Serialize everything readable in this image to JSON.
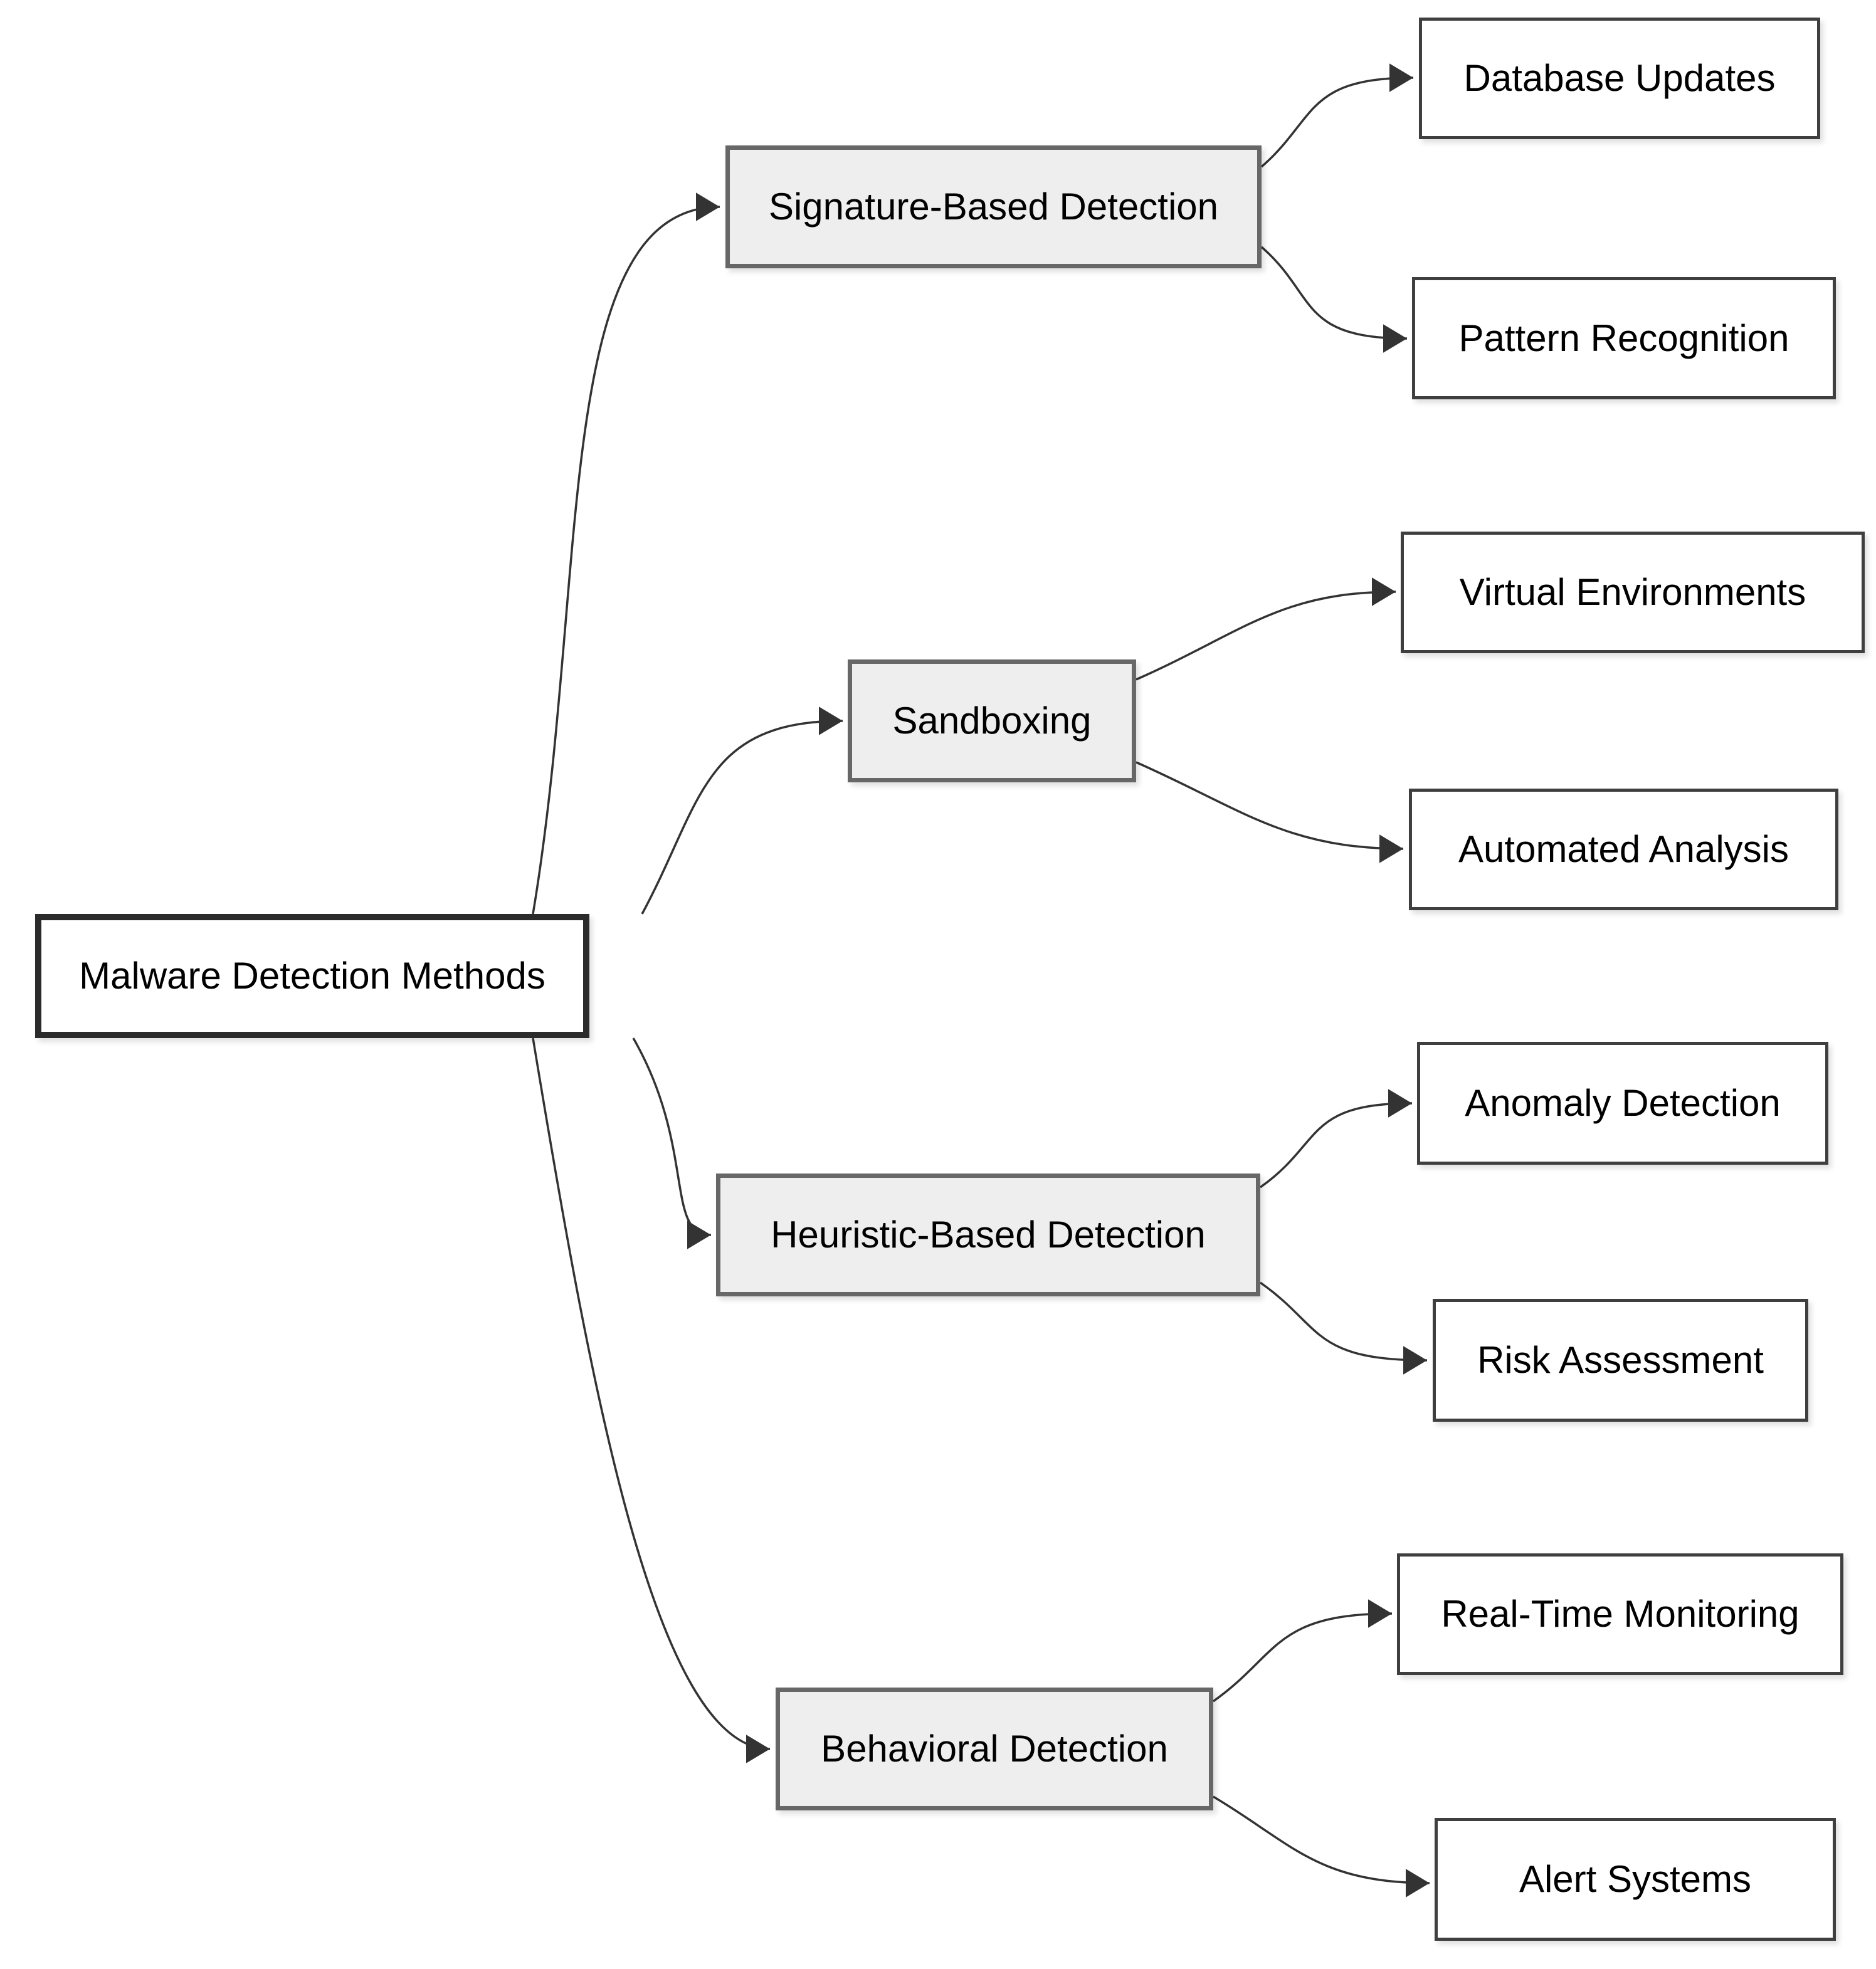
{
  "diagram": {
    "root": {
      "label": "Malware Detection Methods"
    },
    "branches": [
      {
        "label": "Signature-Based Detection",
        "children": [
          {
            "label": "Database Updates"
          },
          {
            "label": "Pattern Recognition"
          }
        ]
      },
      {
        "label": "Sandboxing",
        "children": [
          {
            "label": "Virtual Environments"
          },
          {
            "label": "Automated Analysis"
          }
        ]
      },
      {
        "label": "Heuristic-Based Detection",
        "children": [
          {
            "label": "Anomaly Detection"
          },
          {
            "label": "Risk Assessment"
          }
        ]
      },
      {
        "label": "Behavioral Detection",
        "children": [
          {
            "label": "Real-Time Monitoring"
          },
          {
            "label": "Alert Systems"
          }
        ]
      }
    ],
    "colors": {
      "background": "#ffffff",
      "root_fill": "#ffffff",
      "root_border": "#2b2b2b",
      "branch_fill": "#eeeeee",
      "branch_border": "#676767",
      "leaf_fill": "#ffffff",
      "leaf_border": "#3f3f3f",
      "edge": "#333333",
      "text": "#000000"
    }
  }
}
